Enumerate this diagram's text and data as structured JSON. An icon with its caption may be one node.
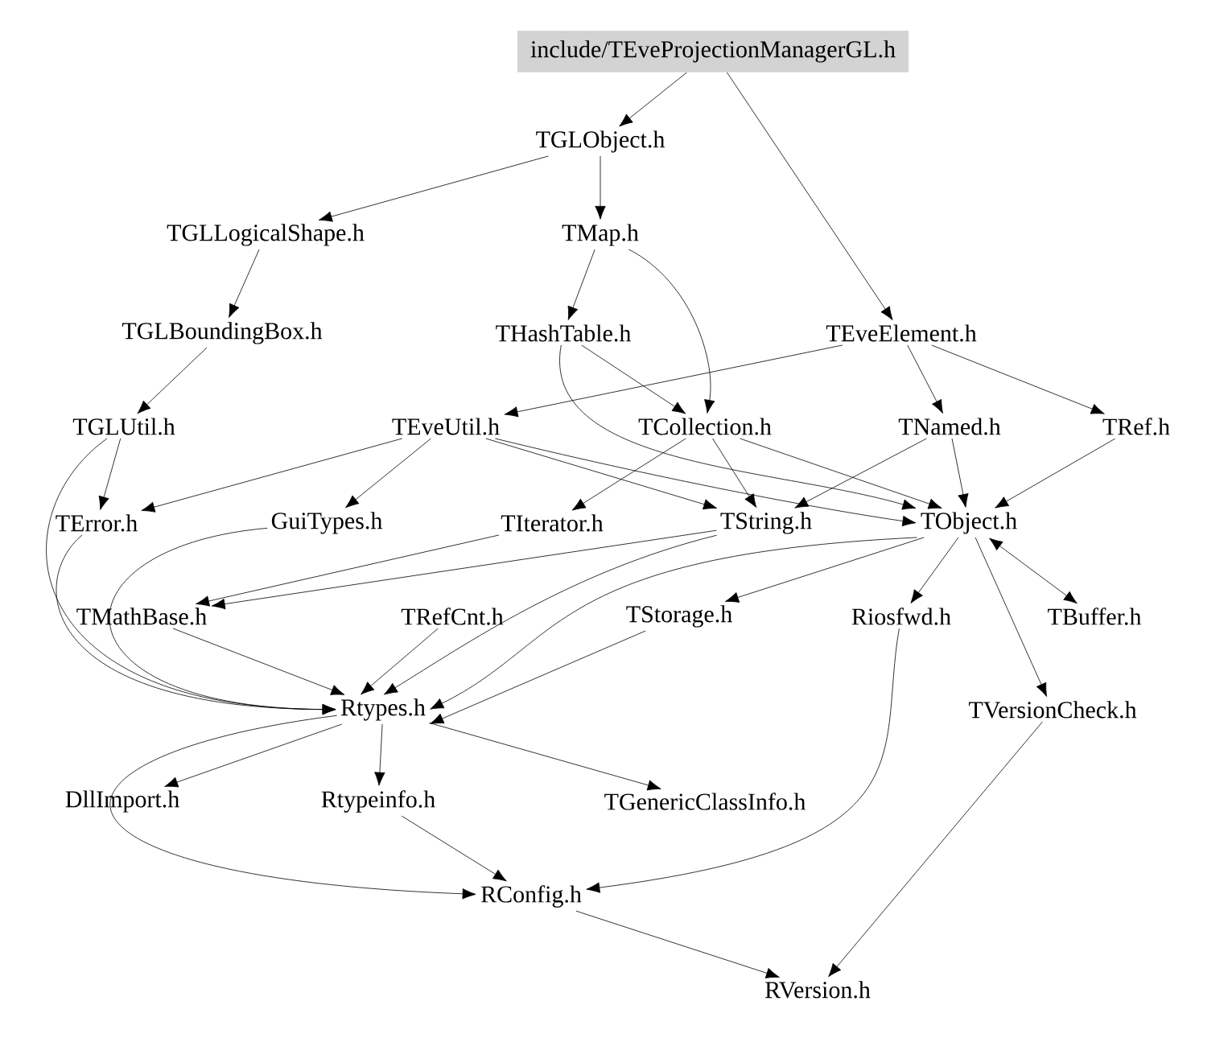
{
  "diagram": {
    "nodes": [
      {
        "text": [
          "include/TEveProjectionManagerGL.h"
        ]
      },
      {
        "text": [
          "TGLObject.h"
        ]
      },
      {
        "text": [
          "TGLLogicalShape.h"
        ]
      },
      {
        "text": [
          "TMap.h"
        ]
      },
      {
        "text": [
          "TGLBoundingBox.h"
        ]
      },
      {
        "text": [
          "THashTable.h"
        ]
      },
      {
        "text": [
          "TEveElement.h"
        ]
      },
      {
        "text": [
          "TGLUtil.h"
        ]
      },
      {
        "text": [
          "TEveUtil.h"
        ]
      },
      {
        "text": [
          "TCollection.h"
        ]
      },
      {
        "text": [
          "TNamed.h"
        ]
      },
      {
        "text": [
          "TRef.h"
        ]
      },
      {
        "text": [
          "TError.h"
        ]
      },
      {
        "text": [
          "GuiTypes.h"
        ]
      },
      {
        "text": [
          "TIterator.h"
        ]
      },
      {
        "text": [
          "TString.h"
        ]
      },
      {
        "text": [
          "TObject.h"
        ]
      },
      {
        "text": [
          "TMathBase.h"
        ]
      },
      {
        "text": [
          "TRefCnt.h"
        ]
      },
      {
        "text": [
          "TStorage.h"
        ]
      },
      {
        "text": [
          "Riosfwd.h"
        ]
      },
      {
        "text": [
          "TBuffer.h"
        ]
      },
      {
        "text": [
          "TVersionCheck.h"
        ]
      },
      {
        "text": [
          "Rtypes.h"
        ]
      },
      {
        "text": [
          "DllImport.h"
        ]
      },
      {
        "text": [
          "Rtypeinfo.h"
        ]
      },
      {
        "text": [
          "TGenericClassInfo.h"
        ]
      },
      {
        "text": [
          "RConfig.h"
        ]
      },
      {
        "text": [
          "RVersion.h"
        ]
      }
    ],
    "edges": [
      {
        "from": 0,
        "to": 1,
        "arrow": "to"
      },
      {
        "from": 0,
        "to": 6,
        "arrow": "to"
      },
      {
        "from": 1,
        "to": 2,
        "arrow": "to"
      },
      {
        "from": 1,
        "to": 3,
        "arrow": "to"
      },
      {
        "from": 2,
        "to": 4,
        "arrow": "to"
      },
      {
        "from": 3,
        "to": 5,
        "arrow": "to"
      },
      {
        "from": 3,
        "to": 9,
        "arrow": "to"
      },
      {
        "from": 4,
        "to": 7,
        "arrow": "to"
      },
      {
        "from": 5,
        "to": 9,
        "arrow": "to"
      },
      {
        "from": 5,
        "to": 16,
        "arrow": "to"
      },
      {
        "from": 6,
        "to": 8,
        "arrow": "to"
      },
      {
        "from": 6,
        "to": 10,
        "arrow": "to"
      },
      {
        "from": 6,
        "to": 11,
        "arrow": "to"
      },
      {
        "from": 7,
        "to": 12,
        "arrow": "to"
      },
      {
        "from": 7,
        "to": 23,
        "arrow": "to"
      },
      {
        "from": 8,
        "to": 12,
        "arrow": "to"
      },
      {
        "from": 8,
        "to": 13,
        "arrow": "to"
      },
      {
        "from": 8,
        "to": 15,
        "arrow": "to"
      },
      {
        "from": 8,
        "to": 16,
        "arrow": "to"
      },
      {
        "from": 9,
        "to": 14,
        "arrow": "to"
      },
      {
        "from": 9,
        "to": 15,
        "arrow": "to"
      },
      {
        "from": 9,
        "to": 16,
        "arrow": "to"
      },
      {
        "from": 10,
        "to": 15,
        "arrow": "to"
      },
      {
        "from": 10,
        "to": 16,
        "arrow": "to"
      },
      {
        "from": 11,
        "to": 16,
        "arrow": "to"
      },
      {
        "from": 12,
        "to": 23,
        "arrow": "to"
      },
      {
        "from": 13,
        "to": 23,
        "arrow": "to"
      },
      {
        "from": 14,
        "to": 17,
        "arrow": "to"
      },
      {
        "from": 15,
        "to": 17,
        "arrow": "to"
      },
      {
        "from": 15,
        "to": 23,
        "arrow": "to"
      },
      {
        "from": 16,
        "to": 19,
        "arrow": "to"
      },
      {
        "from": 16,
        "to": 20,
        "arrow": "to"
      },
      {
        "from": 16,
        "to": 21,
        "arrow": "both"
      },
      {
        "from": 16,
        "to": 22,
        "arrow": "to"
      },
      {
        "from": 16,
        "to": 23,
        "arrow": "to"
      },
      {
        "from": 17,
        "to": 23,
        "arrow": "to"
      },
      {
        "from": 18,
        "to": 23,
        "arrow": "to"
      },
      {
        "from": 19,
        "to": 23,
        "arrow": "to"
      },
      {
        "from": 20,
        "to": 27,
        "arrow": "to"
      },
      {
        "from": 22,
        "to": 28,
        "arrow": "to"
      },
      {
        "from": 23,
        "to": 24,
        "arrow": "to"
      },
      {
        "from": 23,
        "to": 25,
        "arrow": "to"
      },
      {
        "from": 23,
        "to": 26,
        "arrow": "to"
      },
      {
        "from": 23,
        "to": 27,
        "arrow": "to"
      },
      {
        "from": 25,
        "to": 27,
        "arrow": "to"
      },
      {
        "from": 27,
        "to": 28,
        "arrow": "to"
      }
    ]
  }
}
